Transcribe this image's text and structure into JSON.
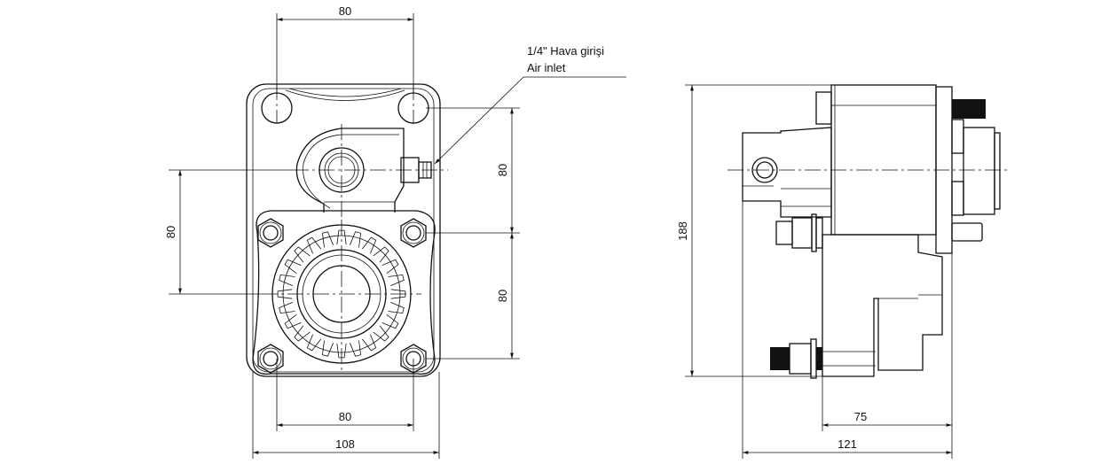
{
  "drawing": {
    "annotation": {
      "line1": "1/4\" Hava girişi",
      "line2": "Air inlet"
    },
    "front_view": {
      "dim_top_holes": "80",
      "dim_left_vertical": "80",
      "dim_right_upper": "80",
      "dim_right_lower": "80",
      "dim_bottom_holes": "80",
      "dim_overall_width": "108"
    },
    "side_view": {
      "dim_height": "188",
      "dim_bracket": "75",
      "dim_overall_depth": "121"
    }
  }
}
